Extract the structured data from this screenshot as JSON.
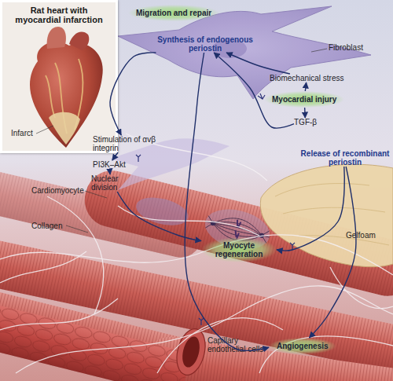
{
  "diagram": {
    "nodes": [
      {
        "text": [
          "Rat heart with myocardial infarction"
        ]
      },
      {
        "text": [
          "Migration and repair"
        ]
      },
      {
        "text": [
          "Synthesis of endogenous periostin"
        ]
      },
      {
        "text": [
          "Biomechanical stress"
        ]
      },
      {
        "text": [
          "Myocardial injury"
        ]
      },
      {
        "text": [
          "TGF-β"
        ]
      },
      {
        "text": [
          "Stimulation of αvβ integrin"
        ]
      },
      {
        "text": [
          "PI3K–Akt"
        ]
      },
      {
        "text": [
          "Release of recombinant periostin"
        ]
      },
      {
        "text": [
          "Nuclear division"
        ]
      },
      {
        "text": [
          "Myocyte regeneration"
        ]
      },
      {
        "text": [
          "Angiogenesis"
        ]
      }
    ],
    "edges": [
      {
        "from": 4,
        "to": 3,
        "arrow": "to"
      },
      {
        "from": 4,
        "to": 5,
        "arrow": "to"
      },
      {
        "from": 3,
        "to": 2,
        "arrow": "to"
      },
      {
        "from": 5,
        "to": 2,
        "arrow": "to"
      },
      {
        "from": 2,
        "to": 6,
        "arrow": "to"
      },
      {
        "from": 6,
        "to": 7,
        "arrow": "to"
      },
      {
        "from": 7,
        "to": 9,
        "arrow": "to"
      },
      {
        "from": 9,
        "to": 10,
        "arrow": "to"
      },
      {
        "from": 2,
        "to": 11,
        "arrow": "to"
      },
      {
        "from": 8,
        "to": 10,
        "arrow": "to"
      },
      {
        "from": 8,
        "to": 11,
        "arrow": "to"
      }
    ],
    "labels": [
      "Infarct",
      "Fibroblast",
      "Cardiomyocyte",
      "Collagen",
      "Gelfoam",
      "Capillary endothelial cells"
    ]
  }
}
